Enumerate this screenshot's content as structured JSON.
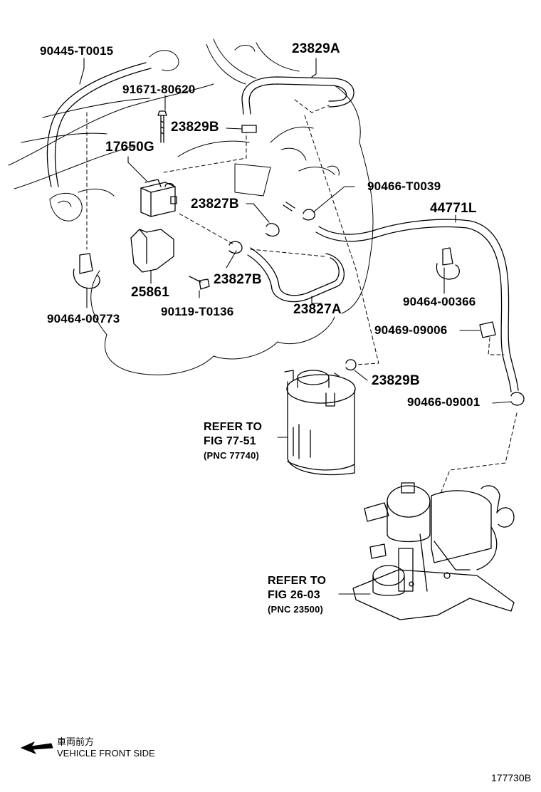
{
  "diagram": {
    "part_labels": {
      "p_90445": "90445-T0015",
      "p_23829A": "23829A",
      "p_91671": "91671-80620",
      "p_23829B_top": "23829B",
      "p_17650G": "17650G",
      "p_90466_T0039": "90466-T0039",
      "p_23827B_top": "23827B",
      "p_44771L": "44771L",
      "p_25861": "25861",
      "p_23827B_bottom": "23827B",
      "p_90119": "90119-T0136",
      "p_23827A": "23827A",
      "p_90464_00773": "90464-00773",
      "p_90464_00366": "90464-00366",
      "p_90469": "90469-09006",
      "p_23829B_bottom": "23829B",
      "p_90466_09001": "90466-09001"
    },
    "refs": {
      "canister": {
        "line1": "REFER TO",
        "line2": "FIG 77-51",
        "pnc": "(PNC 77740)"
      },
      "pump": {
        "line1": "REFER TO",
        "line2": "FIG 26-03",
        "pnc": "(PNC 23500)"
      }
    },
    "direction": {
      "japanese": "車両前方",
      "english": "VEHICLE FRONT SIDE"
    },
    "figure_id": "177730B"
  }
}
